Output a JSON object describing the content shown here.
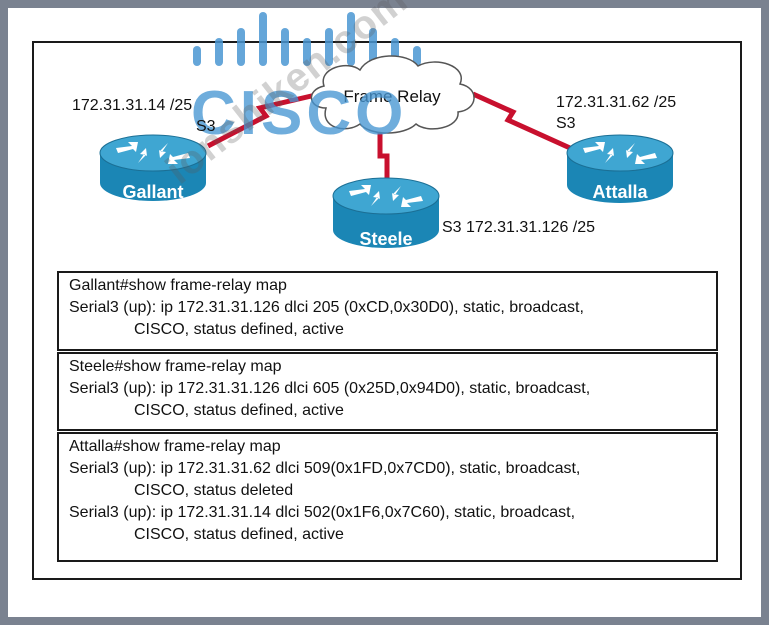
{
  "logo": {
    "text": "CISCO",
    "color": "#4a96d2"
  },
  "watermark": "ionshiken.com",
  "cloud_label": "Frame Relay",
  "routers": [
    {
      "name": "Gallant",
      "ip": "172.31.31.14 /25",
      "interface": "S3"
    },
    {
      "name": "Steele",
      "ip": "172.31.31.126 /25",
      "interface": "S3"
    },
    {
      "name": "Attalla",
      "ip": "172.31.31.62 /25",
      "interface": "S3"
    }
  ],
  "steele_label": "S3 172.31.31.126 /25",
  "outputs": [
    {
      "command": "Gallant#show frame-relay map",
      "lines": [
        {
          "text": "Serial3 (up): ip 172.31.31.126 dlci 205 (0xCD,0x30D0), static, broadcast,",
          "cont": false
        },
        {
          "text": "CISCO, status defined, active",
          "cont": true
        }
      ]
    },
    {
      "command": "Steele#show frame-relay map",
      "lines": [
        {
          "text": "Serial3 (up): ip 172.31.31.126 dlci 605 (0x25D,0x94D0), static, broadcast,",
          "cont": false
        },
        {
          "text": "CISCO, status defined, active",
          "cont": true
        }
      ]
    },
    {
      "command": "Attalla#show frame-relay map",
      "lines": [
        {
          "text": "Serial3 (up): ip 172.31.31.62 dlci 509(0x1FD,0x7CD0), static, broadcast,",
          "cont": false
        },
        {
          "text": "CISCO, status deleted",
          "cont": true
        },
        {
          "text": "Serial3 (up): ip 172.31.31.14 dlci 502(0x1F6,0x7C60), static, broadcast,",
          "cont": false
        },
        {
          "text": "CISCO, status defined, active",
          "cont": true
        }
      ]
    }
  ],
  "colors": {
    "router_body": "#1b86b5",
    "router_top": "#3fa6d2",
    "serial_link": "#c8102e"
  }
}
